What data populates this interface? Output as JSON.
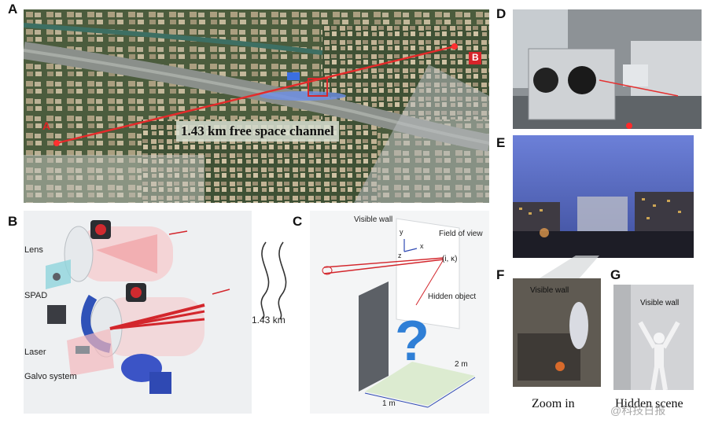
{
  "panels": {
    "A": {
      "label": "A",
      "channel_text": "1.43 km free space channel",
      "marker_a": "A",
      "marker_b": "B"
    },
    "B": {
      "label": "B",
      "lens": "Lens",
      "spad": "SPAD",
      "laser": "Laser",
      "galvo": "Galvo system"
    },
    "middle": {
      "distance": "1.43 km"
    },
    "C": {
      "label": "C",
      "visible_wall": "Visible wall",
      "field_of_view": "Field of view",
      "coords": "(i, κ)",
      "hidden_object": "Hidden object",
      "dim_2m": "2 m",
      "dim_1m": "1 m",
      "axis_x": "x",
      "axis_y": "y",
      "axis_z": "z"
    },
    "D": {
      "label": "D"
    },
    "E": {
      "label": "E"
    },
    "F": {
      "label": "F",
      "visible_wall": "Visible wall"
    },
    "G": {
      "label": "G",
      "visible_wall": "Visible wall"
    }
  },
  "footer": {
    "zoom_in": "Zoom in",
    "hidden_scene": "Hidden scene",
    "watermark": "@科技日报"
  }
}
